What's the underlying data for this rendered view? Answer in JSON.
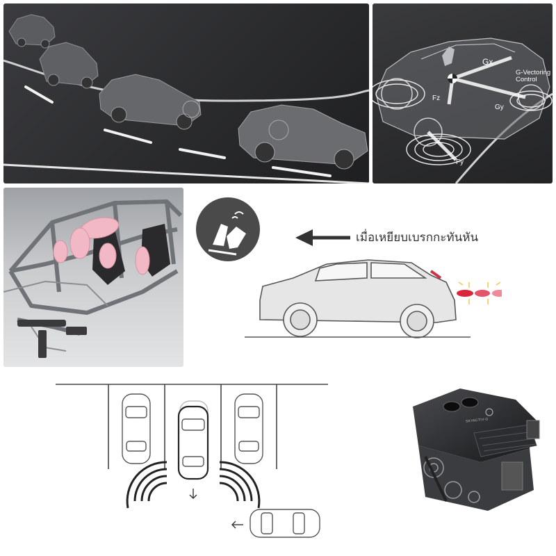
{
  "gvc_panel": {
    "label_gx": "Gx",
    "label_gvc": "G-Vectoring Control",
    "label_fz": "Fz",
    "label_gy": "Gy",
    "label_fy": "Fy"
  },
  "brake_panel": {
    "caption": "เมื่อเหยียบเบรกกะทันหัน"
  },
  "engine_panel": {
    "brand_text": "SKYACTIV-G"
  },
  "colors": {
    "dark_bg": "#2a2b2d",
    "airbag_pink": "#f2b8c6",
    "brake_light_red": "#d9263a",
    "flash_yellow": "#f2c94c",
    "icon_circle": "#4a4a4a"
  }
}
